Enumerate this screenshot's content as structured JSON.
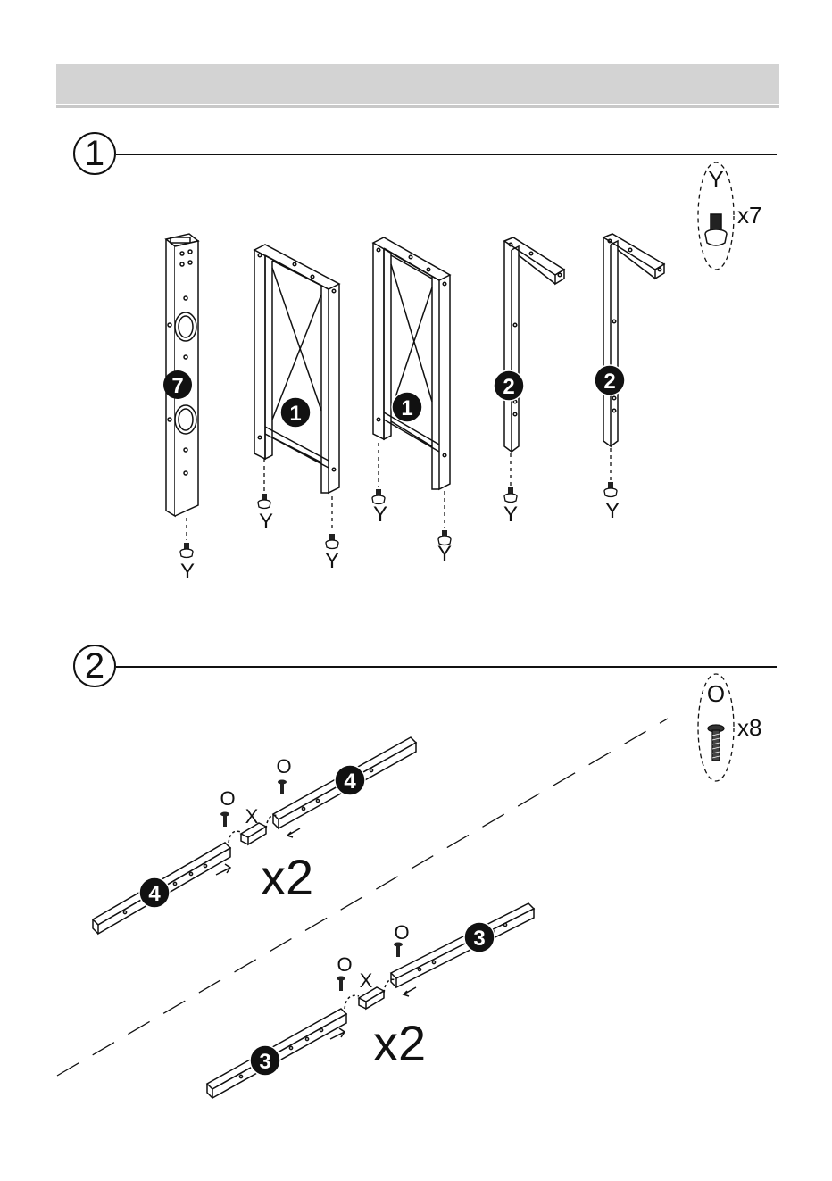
{
  "step1": {
    "number": "1",
    "hardware": {
      "letter": "Y",
      "qty": "x7"
    },
    "part_labels": [
      "7",
      "1",
      "1",
      "2",
      "2"
    ],
    "foot_label": "Y"
  },
  "step2": {
    "number": "2",
    "hardware": {
      "letter": "O",
      "qty": "x8"
    },
    "screw_label": "O",
    "connector_label": "X",
    "rail4_label": "4",
    "rail3_label": "3",
    "repeat_label": "x2"
  },
  "icons": {
    "foot": "leveling-foot-icon",
    "screw": "bolt-icon"
  },
  "colors": {
    "ink": "#111111",
    "band": "#d3d3d3"
  }
}
